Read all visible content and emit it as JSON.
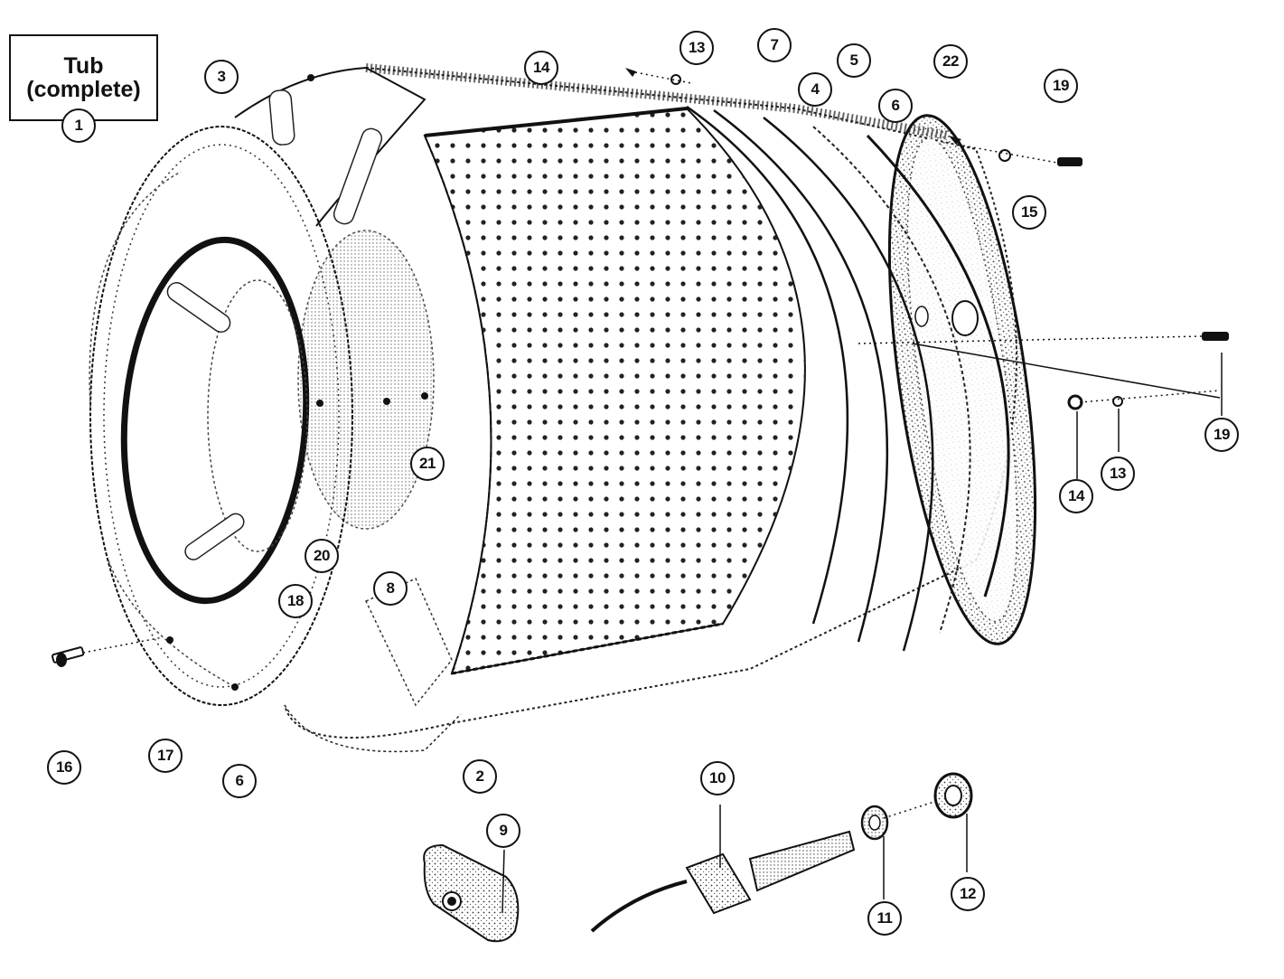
{
  "title": {
    "line1": "Tub",
    "line2": "(complete)"
  },
  "callouts": [
    "1",
    "2",
    "3",
    "4",
    "5",
    "6",
    "6",
    "7",
    "8",
    "9",
    "10",
    "11",
    "12",
    "13",
    "13",
    "14",
    "14",
    "15",
    "16",
    "17",
    "18",
    "19",
    "19",
    "20",
    "21",
    "22"
  ]
}
